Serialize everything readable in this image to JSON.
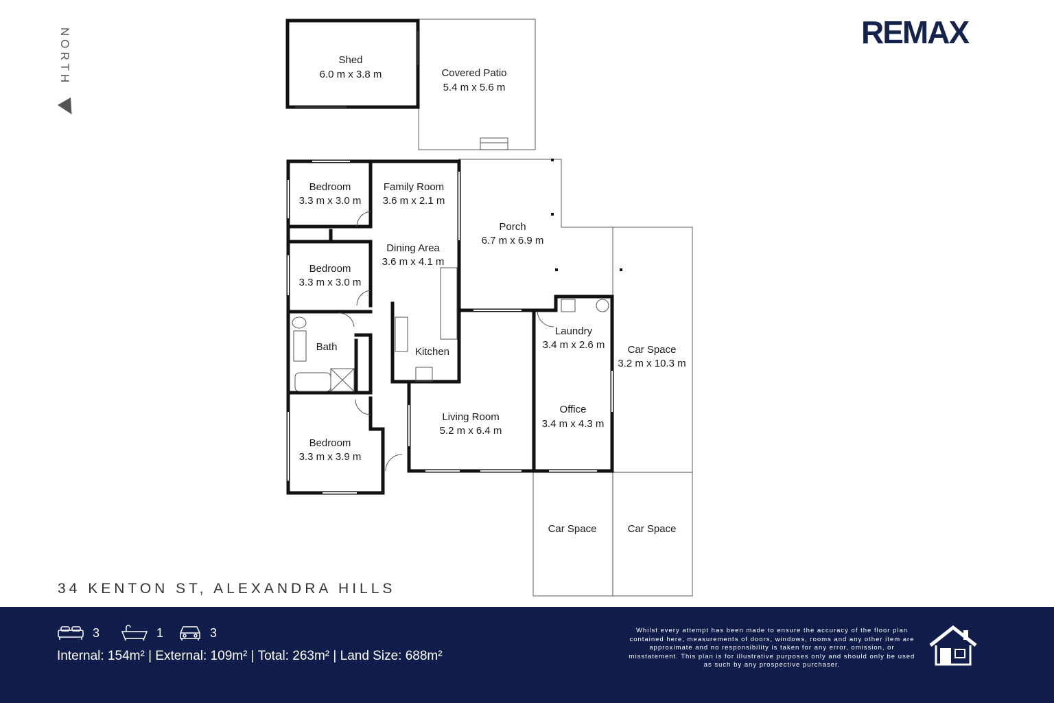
{
  "compass": {
    "label": "NORTH"
  },
  "logo": {
    "text": "REMAX"
  },
  "address": "34 KENTON ST, ALEXANDRA HILLS",
  "rooms": {
    "shed": {
      "name": "Shed",
      "dim": "6.0 m x 3.8 m"
    },
    "covered_patio": {
      "name": "Covered Patio",
      "dim": "5.4 m x 5.6 m"
    },
    "bedroom1": {
      "name": "Bedroom",
      "dim": "3.3 m x 3.0 m"
    },
    "family_room": {
      "name": "Family Room",
      "dim": "3.6 m x 2.1 m"
    },
    "porch": {
      "name": "Porch",
      "dim": "6.7 m x 6.9 m"
    },
    "bedroom2": {
      "name": "Bedroom",
      "dim": "3.3 m x 3.0 m"
    },
    "dining_area": {
      "name": "Dining Area",
      "dim": "3.6 m x 4.1 m"
    },
    "bath": {
      "name": "Bath"
    },
    "kitchen": {
      "name": "Kitchen"
    },
    "laundry": {
      "name": "Laundry",
      "dim": "3.4 m x 2.6 m"
    },
    "car_space_side": {
      "name": "Car Space",
      "dim": "3.2 m x 10.3 m"
    },
    "office": {
      "name": "Office",
      "dim": "3.4 m x 4.3 m"
    },
    "living_room": {
      "name": "Living Room",
      "dim": "5.2 m x 6.4 m"
    },
    "bedroom3": {
      "name": "Bedroom",
      "dim": "3.3 m x 3.9 m"
    },
    "car_space_front_left": {
      "name": "Car Space"
    },
    "car_space_front_right": {
      "name": "Car Space"
    }
  },
  "stats": {
    "bedrooms": "3",
    "bathrooms": "1",
    "car_spaces": "3"
  },
  "areas": {
    "internal": "Internal: 154m²",
    "external": "External: 109m²",
    "total": "Total: 263m²",
    "land": "Land Size: 688m²",
    "sep": "|"
  },
  "disclaimer": "Whilst every attempt has been made to ensure the accuracy of the floor plan contained here, measurements of doors, windows, rooms and any other item are approximate and no responsibility is taken for any error, omission, or misstatement. This plan is for illustrative purposes only and should only be used as such by any prospective purchaser.",
  "colors": {
    "footer_bg": "#101c4a",
    "logo": "#13234b",
    "wall": "#111111"
  },
  "icons": [
    "bed-icon",
    "bathtub-icon",
    "car-icon",
    "house-icon",
    "north-arrow-icon"
  ]
}
